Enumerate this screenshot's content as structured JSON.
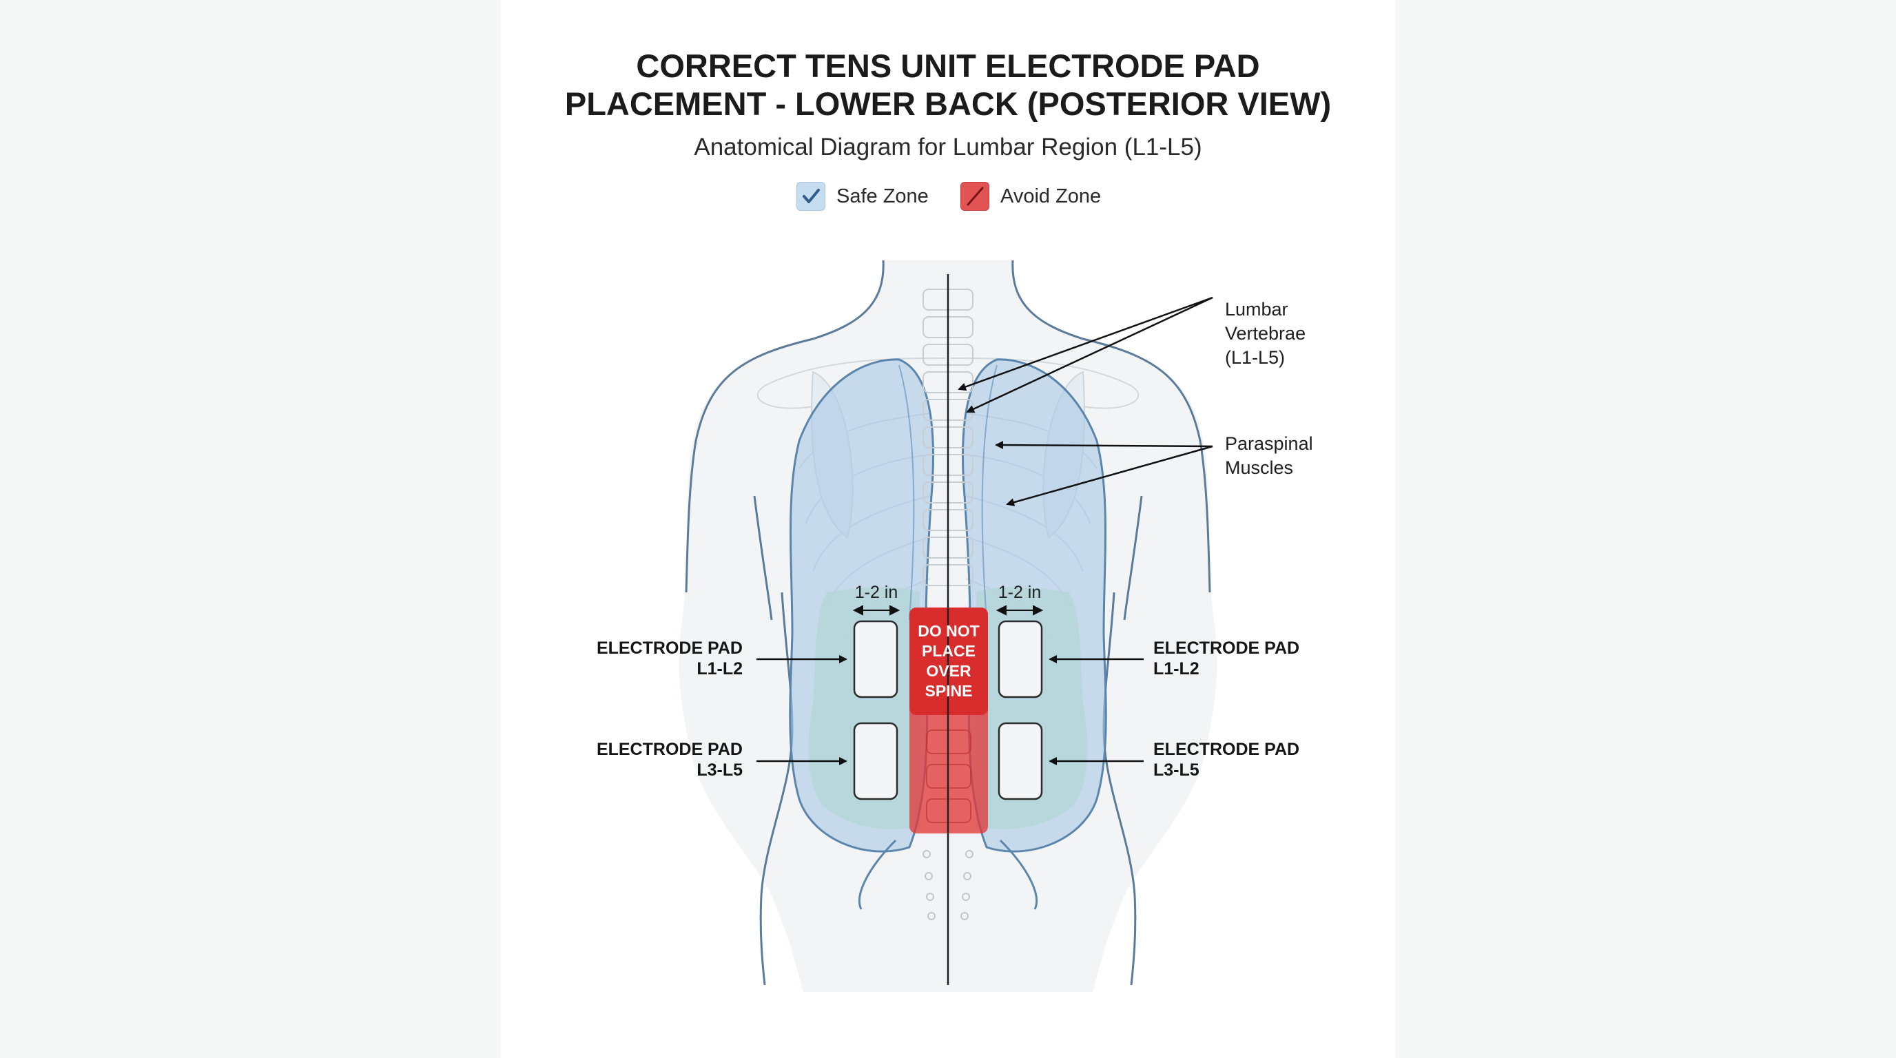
{
  "title": {
    "line1": "CORRECT TENS UNIT ELECTRODE PAD",
    "line2": "PLACEMENT - LOWER BACK (POSTERIOR VIEW)"
  },
  "subtitle": "Anatomical Diagram for Lumbar Region (L1-L5)",
  "legend": {
    "safe": {
      "label": "Safe Zone",
      "color": "#c6dcef",
      "icon": "check-icon"
    },
    "avoid": {
      "label": "Avoid Zone",
      "color": "#e25454",
      "icon": "slash-icon"
    }
  },
  "callouts": {
    "vertebrae": [
      "Lumbar",
      "Vertebrae",
      "(L1-L5)"
    ],
    "muscles": [
      "Paraspinal",
      "Muscles"
    ]
  },
  "pads": {
    "left_upper": [
      "ELECTRODE PAD",
      "L1-L2"
    ],
    "left_lower": [
      "ELECTRODE PAD",
      "L3-L5"
    ],
    "right_upper": [
      "ELECTRODE PAD",
      "L1-L2"
    ],
    "right_lower": [
      "ELECTRODE PAD",
      "L3-L5"
    ]
  },
  "spacing": {
    "left": "1-2 in",
    "right": "1-2 in"
  },
  "warning": [
    "DO NOT",
    "PLACE",
    "OVER",
    "SPINE"
  ],
  "colors": {
    "safe_green": "#bfe6bf",
    "muscle_blue": "#a9c8e6",
    "outline": "#4f7192",
    "avoid_red": "#e03a3a"
  }
}
